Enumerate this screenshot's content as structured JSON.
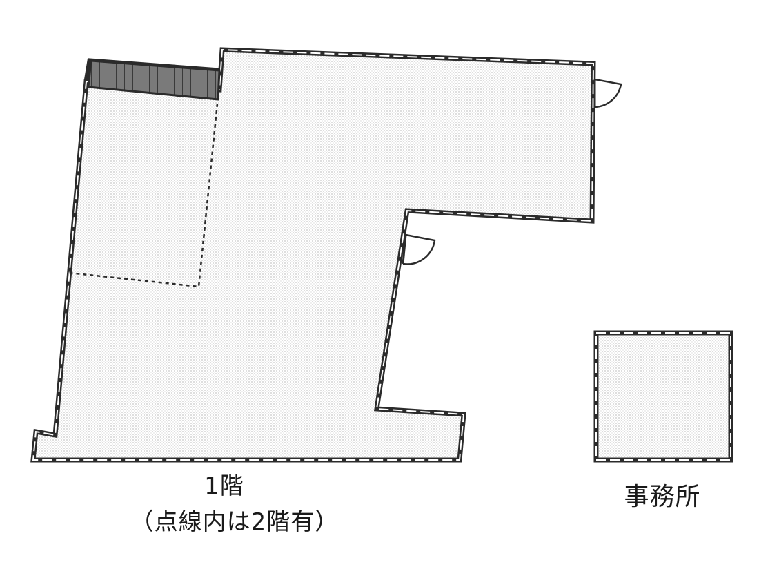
{
  "floor1": {
    "label": "1階",
    "note": "（点線内は2階有）"
  },
  "office": {
    "label": "事務所"
  },
  "colors": {
    "wall": "#2b2b2b",
    "fill_dots": "#8c8c8c",
    "background": "#ffffff"
  }
}
